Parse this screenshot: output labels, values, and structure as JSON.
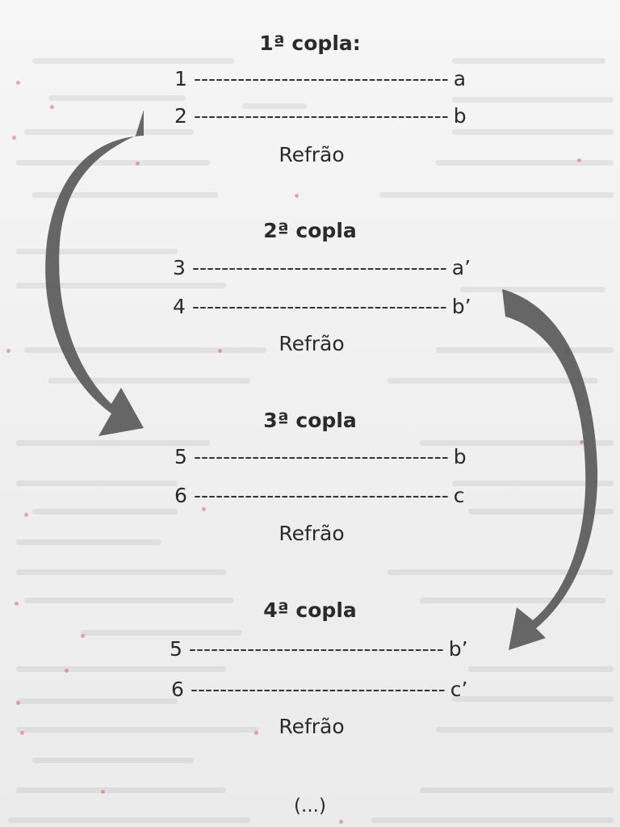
{
  "stanzas": [
    {
      "heading": "1ª copla:",
      "lines": [
        {
          "num": "1",
          "dashes": "-----------------------------------",
          "rhyme": "a"
        },
        {
          "num": "2",
          "dashes": "-----------------------------------",
          "rhyme": "b"
        }
      ],
      "refrain": "Refrão"
    },
    {
      "heading": "2ª copla",
      "lines": [
        {
          "num": "3",
          "dashes": "-----------------------------------",
          "rhyme": "a’"
        },
        {
          "num": "4",
          "dashes": "-----------------------------------",
          "rhyme": "b’"
        }
      ],
      "refrain": "Refrão"
    },
    {
      "heading": "3ª copla",
      "lines": [
        {
          "num": "5",
          "dashes": "-----------------------------------",
          "rhyme": "b"
        },
        {
          "num": "6",
          "dashes": "-----------------------------------",
          "rhyme": "c"
        }
      ],
      "refrain": "Refrão"
    },
    {
      "heading": "4ª copla",
      "lines": [
        {
          "num": "5",
          "dashes": "-----------------------------------",
          "rhyme": "b’"
        },
        {
          "num": "6",
          "dashes": "-----------------------------------",
          "rhyme": "c’"
        }
      ],
      "refrain": "Refrão"
    }
  ],
  "ellipsis": "(...)",
  "arrow_color": "#5a5a5a"
}
